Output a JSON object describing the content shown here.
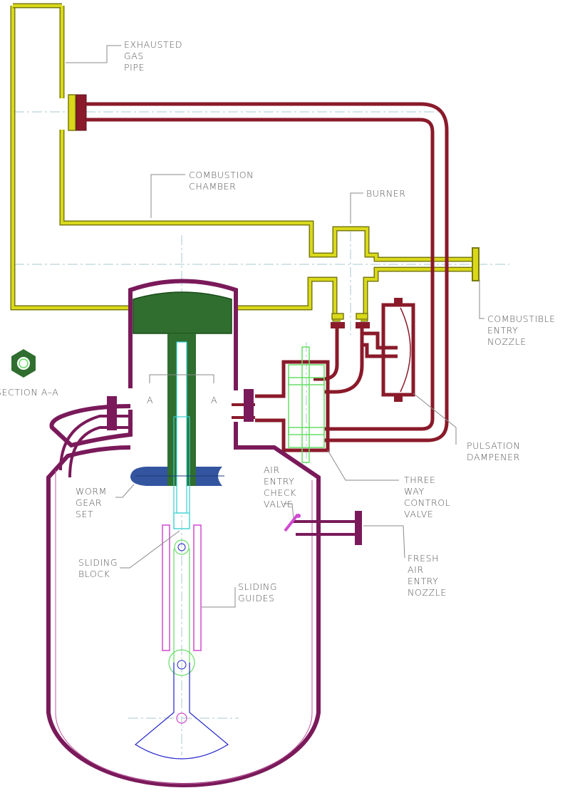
{
  "colors": {
    "gas_pipe": "#d9d91a",
    "gas_pipe_edge": "#7a7a10",
    "piping": "#8a1a2a",
    "vessel": "#7a1a5a",
    "piston": "#2f6e2f",
    "worm": "#3355a0",
    "guides": "#d04ad0",
    "rod": "#35d0d0",
    "link": "#2222cc",
    "valve": "#66dd66",
    "labels": "#555555"
  },
  "labels": {
    "exhausted_gas_pipe": [
      "EXHAUSTED",
      "GAS",
      "PIPE"
    ],
    "combustion_chamber": [
      "COMBUSTION",
      "CHAMBER"
    ],
    "burner": [
      "BURNER"
    ],
    "combustible_entry_nozzle": [
      "COMBUSTIBLE",
      "ENTRY",
      "NOZZLE"
    ],
    "pulsation_dampener": [
      "PULSATION",
      "DAMPENER"
    ],
    "three_way_control_valve": [
      "THREE",
      "WAY",
      "CONTROL",
      "VALVE"
    ],
    "air_entry_check_valve": [
      "AIR",
      "ENTRY",
      "CHECK",
      "VALVE"
    ],
    "fresh_air_entry_nozzle": [
      "FRESH",
      "AIR",
      "ENTRY",
      "NOZZLE"
    ],
    "worm_gear_set": [
      "WORM",
      "GEAR",
      "SET"
    ],
    "sliding_block": [
      "SLIDING",
      "BLOCK"
    ],
    "sliding_guides": [
      "SLIDING",
      "GUIDES"
    ],
    "section": "SECTION A–A",
    "section_mark_left": "A",
    "section_mark_right": "A"
  }
}
